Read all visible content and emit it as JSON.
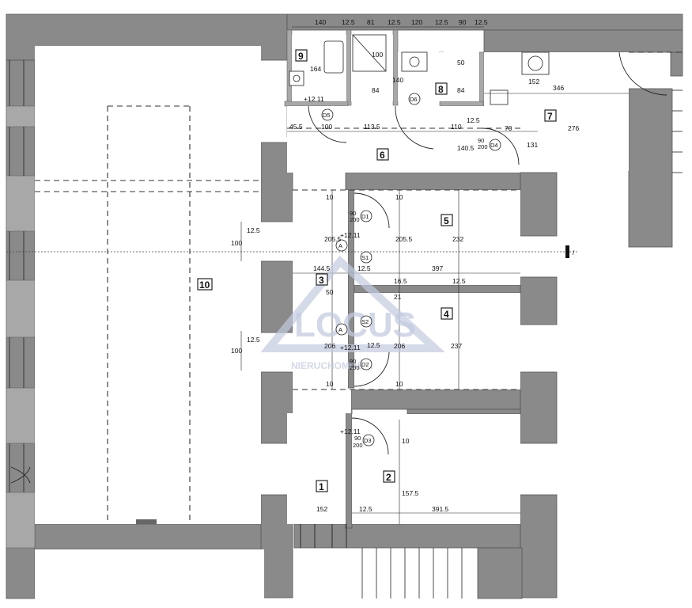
{
  "plan": {
    "rooms": [
      {
        "id": "r1",
        "no": "1"
      },
      {
        "id": "r2",
        "no": "2"
      },
      {
        "id": "r3",
        "no": "3"
      },
      {
        "id": "r4",
        "no": "4"
      },
      {
        "id": "r5",
        "no": "5"
      },
      {
        "id": "r6",
        "no": "6"
      },
      {
        "id": "r7",
        "no": "7"
      },
      {
        "id": "r8",
        "no": "8"
      },
      {
        "id": "r9",
        "no": "9"
      },
      {
        "id": "r10",
        "no": "10"
      }
    ],
    "doors": [
      "D1",
      "D2",
      "D3",
      "D4",
      "D5",
      "D6",
      "S1",
      "S2",
      "A",
      "A"
    ],
    "door_size": {
      "w": "90",
      "h": "200"
    },
    "top_dims": [
      "140",
      "12.5",
      "81",
      "12.5",
      "120",
      "12.5",
      "90",
      "12.5"
    ],
    "dims": {
      "d455": "45.5",
      "d100a": "100",
      "d1135": "113.5",
      "d110": "110",
      "d125a": "12.5",
      "d1405": "140.5",
      "d70": "70",
      "d131": "131",
      "d276": "276",
      "d346": "346",
      "d152a": "152",
      "d164": "164",
      "d84a": "84",
      "d84b": "84",
      "d140": "140",
      "d100b": "100",
      "d50": "50",
      "d2055a": "205.5",
      "d2055b": "205.5",
      "d232": "232",
      "d1445": "144.5",
      "d397": "397",
      "d125b": "12.5",
      "d125c": "12.5",
      "d165": "16.5",
      "d50b": "50",
      "d21": "21",
      "d206a": "206",
      "d206b": "206",
      "d237": "237",
      "d125d": "12.5",
      "d100c": "100",
      "d125e": "12.5",
      "d100d": "100",
      "d125f": "12.5",
      "d10a": "10",
      "d10b": "10",
      "d10c": "10",
      "d10d": "10",
      "d152b": "152",
      "d125g": "12.5",
      "d3915": "391.5",
      "d1575": "157.5",
      "d10e": "10",
      "lvl1": "+12.11",
      "lvl2": "+12.11",
      "lvl3": "+12.11",
      "lvl4": "+12.11"
    },
    "watermark": {
      "brand": "LOCUS",
      "sub": "NIERUCHOMOŚCI"
    },
    "marker": "/"
  }
}
